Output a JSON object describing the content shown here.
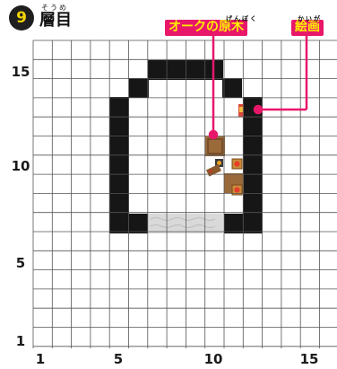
{
  "floor": {
    "number": "9",
    "ruby": "そうめ",
    "title": "層目"
  },
  "callouts": {
    "log": {
      "label": "オークの原木",
      "ruby": "げんぼく"
    },
    "painting": {
      "label": "絵画",
      "ruby": "かいが"
    }
  },
  "y_axis_labels": [
    "15",
    "10",
    "5",
    "1"
  ],
  "x_axis_labels": [
    "1",
    "5",
    "10",
    "15"
  ],
  "grid": {
    "columns": 16,
    "rows": 16
  },
  "colors": {
    "accent": "#e8176a",
    "accent_text": "#ffef00",
    "wall": "#161616",
    "grid_line": "#555555",
    "floor_tile": "#d9d9d9",
    "oak_log": "#9a6a3a"
  },
  "icons": [
    "furnace-icon",
    "crafting-icon",
    "chest-icon",
    "painting-icon",
    "oak-log-icon"
  ]
}
